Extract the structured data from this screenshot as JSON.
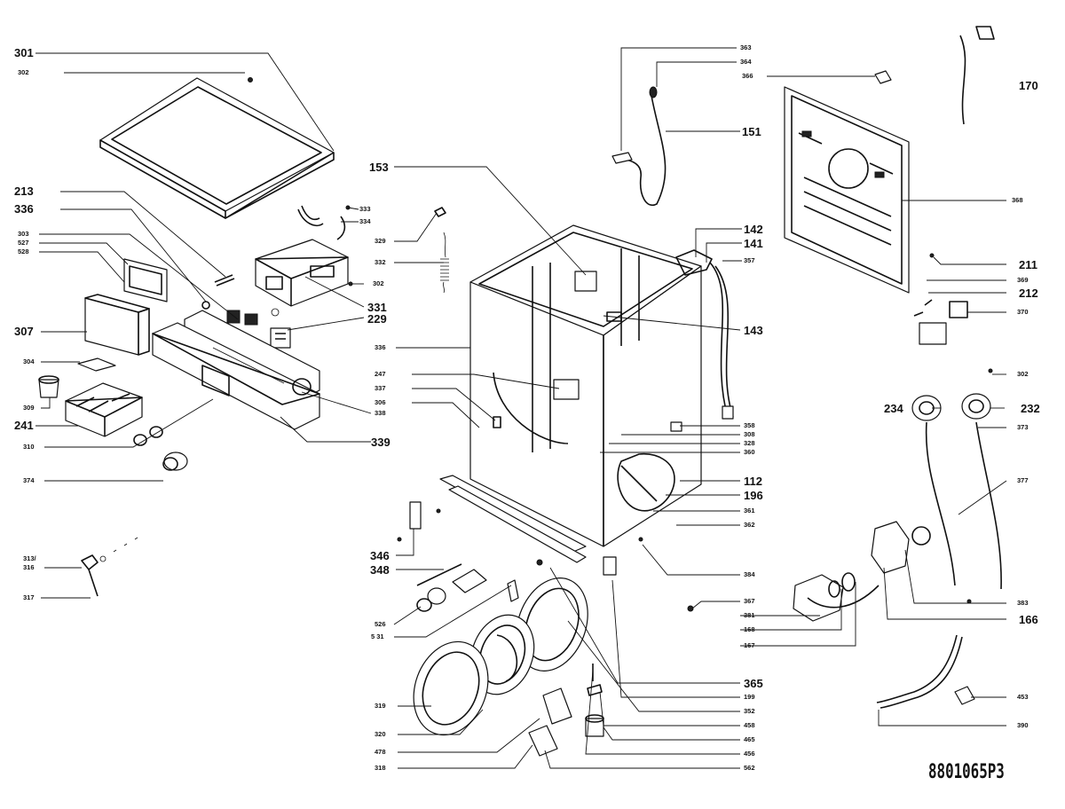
{
  "document_code": "8801065P3",
  "labels": [
    {
      "id": "301",
      "text": "301"
    },
    {
      "id": "302a",
      "text": "302"
    },
    {
      "id": "213",
      "text": "213"
    },
    {
      "id": "336a",
      "text": "336"
    },
    {
      "id": "303",
      "text": "303"
    },
    {
      "id": "527",
      "text": "527"
    },
    {
      "id": "528",
      "text": "528"
    },
    {
      "id": "307",
      "text": "307"
    },
    {
      "id": "304",
      "text": "304"
    },
    {
      "id": "309",
      "text": "309"
    },
    {
      "id": "241",
      "text": "241"
    },
    {
      "id": "310",
      "text": "310"
    },
    {
      "id": "374",
      "text": "374"
    },
    {
      "id": "313",
      "text": "313/"
    },
    {
      "id": "316",
      "text": "316"
    },
    {
      "id": "317",
      "text": "317"
    },
    {
      "id": "333",
      "text": "333"
    },
    {
      "id": "334",
      "text": "334"
    },
    {
      "id": "329",
      "text": "329"
    },
    {
      "id": "332",
      "text": "332"
    },
    {
      "id": "302b",
      "text": "302"
    },
    {
      "id": "331",
      "text": "331"
    },
    {
      "id": "229",
      "text": "229"
    },
    {
      "id": "338",
      "text": "338"
    },
    {
      "id": "339",
      "text": "339"
    },
    {
      "id": "153",
      "text": "153"
    },
    {
      "id": "336b",
      "text": "336"
    },
    {
      "id": "247",
      "text": "247"
    },
    {
      "id": "337",
      "text": "337"
    },
    {
      "id": "306",
      "text": "306"
    },
    {
      "id": "346",
      "text": "346"
    },
    {
      "id": "348",
      "text": "348"
    },
    {
      "id": "526",
      "text": "526"
    },
    {
      "id": "531",
      "text": "5 31"
    },
    {
      "id": "319",
      "text": "319"
    },
    {
      "id": "320",
      "text": "320"
    },
    {
      "id": "478",
      "text": "478"
    },
    {
      "id": "318",
      "text": "318"
    },
    {
      "id": "363",
      "text": "363"
    },
    {
      "id": "364",
      "text": "364"
    },
    {
      "id": "151",
      "text": "151"
    },
    {
      "id": "142",
      "text": "142"
    },
    {
      "id": "141",
      "text": "141"
    },
    {
      "id": "357",
      "text": "357"
    },
    {
      "id": "143",
      "text": "143"
    },
    {
      "id": "358",
      "text": "358"
    },
    {
      "id": "308",
      "text": "308"
    },
    {
      "id": "328",
      "text": "328"
    },
    {
      "id": "360",
      "text": "360"
    },
    {
      "id": "112",
      "text": "112"
    },
    {
      "id": "196",
      "text": "196"
    },
    {
      "id": "361",
      "text": "361"
    },
    {
      "id": "362",
      "text": "362"
    },
    {
      "id": "384",
      "text": "384"
    },
    {
      "id": "367",
      "text": "367"
    },
    {
      "id": "381",
      "text": "381"
    },
    {
      "id": "168",
      "text": "168"
    },
    {
      "id": "167",
      "text": "167"
    },
    {
      "id": "365",
      "text": "365"
    },
    {
      "id": "199",
      "text": "199"
    },
    {
      "id": "352",
      "text": "352"
    },
    {
      "id": "458",
      "text": "458"
    },
    {
      "id": "465",
      "text": "465"
    },
    {
      "id": "456",
      "text": "456"
    },
    {
      "id": "562",
      "text": "562"
    },
    {
      "id": "366",
      "text": "366"
    },
    {
      "id": "170",
      "text": "170"
    },
    {
      "id": "368",
      "text": "368"
    },
    {
      "id": "211",
      "text": "211"
    },
    {
      "id": "369",
      "text": "369"
    },
    {
      "id": "212",
      "text": "212"
    },
    {
      "id": "370",
      "text": "370"
    },
    {
      "id": "302c",
      "text": "302"
    },
    {
      "id": "234",
      "text": "234"
    },
    {
      "id": "232",
      "text": "232"
    },
    {
      "id": "373",
      "text": "373"
    },
    {
      "id": "377",
      "text": "377"
    },
    {
      "id": "383",
      "text": "383"
    },
    {
      "id": "166",
      "text": "166"
    },
    {
      "id": "453",
      "text": "453"
    },
    {
      "id": "390",
      "text": "390"
    }
  ]
}
